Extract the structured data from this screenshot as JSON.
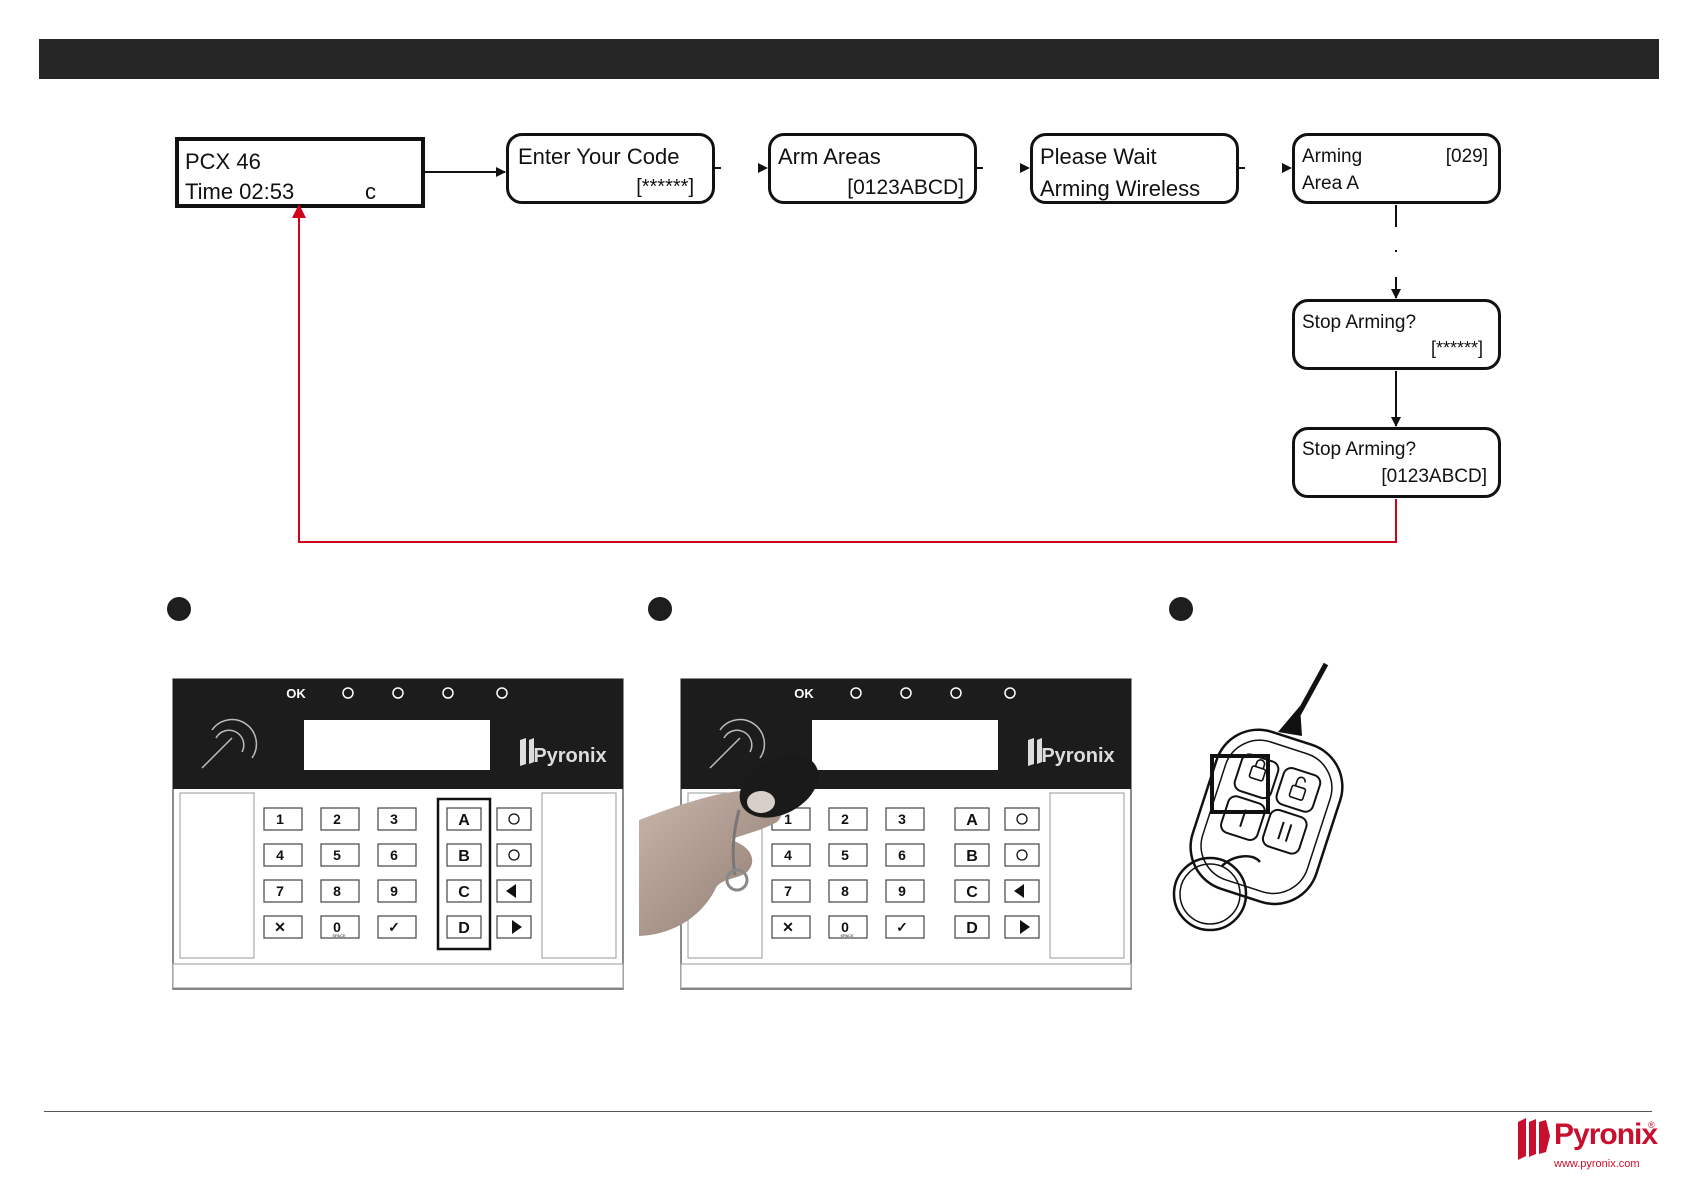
{
  "flow": {
    "home": {
      "line1": "PCX 46",
      "line2": "Time 02:53",
      "line2_right": "c"
    },
    "enter_code": {
      "line1": "Enter Your Code",
      "line2": "[******]"
    },
    "arm_areas": {
      "line1": "Arm Areas",
      "line2": "[0123ABCD]"
    },
    "please_wait": {
      "line1": "Please Wait",
      "line2": "Arming Wireless"
    },
    "arming": {
      "line1": "Arming",
      "line1_right": "[029]",
      "line2": "Area A"
    },
    "stop_code": {
      "line1": "Stop Arming?",
      "line2": "[******]"
    },
    "stop_areas": {
      "line1": "Stop Arming?",
      "line2": "[0123ABCD]"
    }
  },
  "colors": {
    "top_bar": "#262626",
    "return_arrow": "#d0021b",
    "brand": "#c8102e"
  },
  "keypad": {
    "brand": "Pyronix",
    "status_icons": [
      "OK",
      "bell-icon",
      "exit-icon",
      "warning-icon",
      "unlock-icon"
    ],
    "digit_keys": [
      "1",
      "2",
      "3",
      "4",
      "5",
      "6",
      "7",
      "8",
      "9",
      "✕",
      "0",
      "✓"
    ],
    "space_label": "SPACE",
    "letter_keys": [
      "A",
      "B",
      "C",
      "D"
    ],
    "side_keys": [
      "police-icon",
      "fire-icon",
      "left-arrow-icon",
      "right-arrow-icon"
    ]
  },
  "footer": {
    "brand": "Pyronix",
    "reg": "®",
    "url": "www.pyronix.com"
  }
}
